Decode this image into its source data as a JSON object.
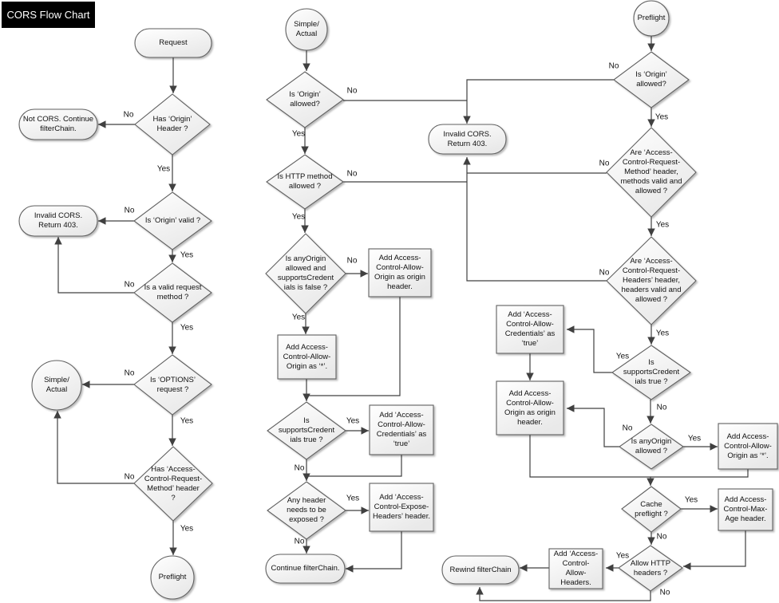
{
  "title": "CORS Flow Chart",
  "labels": {
    "yes": "Yes",
    "no": "No"
  },
  "nodes": {
    "request": "Request",
    "has_origin_header": "Has ‘Origin’\nHeader ?",
    "not_cors": "Not CORS. Continue\nfilterChain.",
    "is_origin_valid": "Is ‘Origin’ valid ?",
    "invalid_cors_left": "Invalid CORS.\nReturn 403.",
    "is_valid_request_method": "Is a valid request\nmethod ?",
    "is_options_request": "Is ‘OPTIONS’\nrequest ?",
    "simple_actual_left": "Simple/\nActual",
    "has_acrm_header": "Has ‘Access-\nControl-Request-\nMethod’ header\n?",
    "preflight_left": "Preflight",
    "simple_actual_mid": "Simple/\nActual",
    "is_origin_allowed_mid": "Is ‘Origin’\nallowed?",
    "invalid_cors_mid": "Invalid CORS.\nReturn 403.",
    "is_http_method_allowed": "Is HTTP method\nallowed ?",
    "is_anyorigin_and_sc_false": "Is anyOrigin\nallowed and\nsupportsCredent\nials is false ?",
    "add_acao_origin_mid": "Add Access-\nControl-Allow-\nOrigin as origin\nheader.",
    "add_acao_star_mid": "Add Access-\nControl-Allow-\nOrigin as ‘*’.",
    "is_sc_true_mid": "Is\nsupportsCredent\nials true ?",
    "add_acac_true_mid": "Add ‘Access-\nControl-Allow-\nCredentials’ as\n‘true’",
    "any_header_exposed": "Any header\nneeds to be\nexposed ?",
    "add_aceh_header": "Add ‘Access-\nControl-Expose-\nHeaders’ header.",
    "continue_filterchain": "Continue filterChain.",
    "preflight_right": "Preflight",
    "is_origin_allowed_right": "Is ‘Origin’\nallowed?",
    "are_acrm_valid": "Are ‘Access-\nControl-Request-\nMethod’ header,\nmethods valid and\nallowed ?",
    "are_acrh_valid": "Are ‘Access-\nControl-Request-\nHeaders’ header,\nheaders valid and\nallowed ?",
    "is_sc_true_right": "Is\nsupportsCredent\nials true ?",
    "add_acac_true_right": "Add ‘Access-\nControl-Allow-\nCredentials’ as\n‘true’",
    "add_acao_origin_right": "Add Access-\nControl-Allow-\nOrigin as origin\nheader.",
    "is_anyorigin_allowed": "Is anyOrigin\nallowed ?",
    "add_acao_star_right": "Add Access-\nControl-Allow-\nOrigin as ‘*’.",
    "cache_preflight": "Cache\npreflight ?",
    "add_acma_header": "Add Access-\nControl-Max-\nAge header.",
    "allow_http_headers": "Allow HTTP\nheaders ?",
    "add_acah_header": "Add ‘Access-\nControl-\nAllow-\nHeaders.",
    "rewind_filterchain": "Rewind filterChain"
  }
}
